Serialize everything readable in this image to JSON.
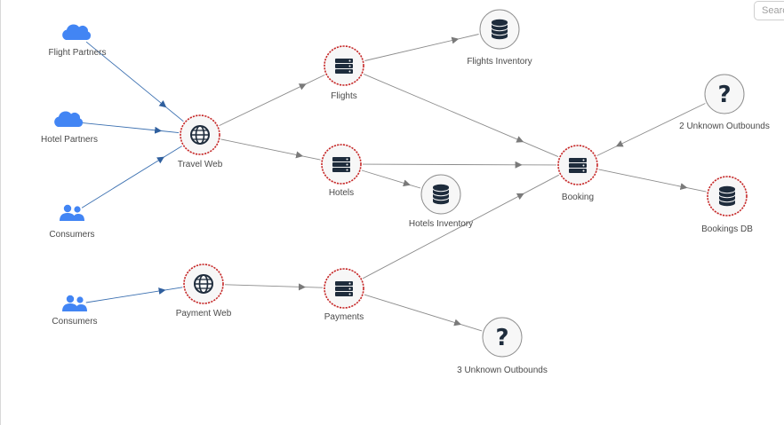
{
  "search": {
    "placeholder": "Search"
  },
  "graph": {
    "nodes": [
      {
        "id": "flight-partners",
        "label": "Flight Partners",
        "icon": "cloud-icon",
        "flagged": false
      },
      {
        "id": "hotel-partners",
        "label": "Hotel Partners",
        "icon": "cloud-icon",
        "flagged": false
      },
      {
        "id": "consumers-1",
        "label": "Consumers",
        "icon": "users-icon",
        "flagged": false
      },
      {
        "id": "consumers-2",
        "label": "Consumers",
        "icon": "users-icon",
        "flagged": false
      },
      {
        "id": "travel-web",
        "label": "Travel Web",
        "icon": "globe-icon",
        "flagged": true
      },
      {
        "id": "payment-web",
        "label": "Payment Web",
        "icon": "globe-icon",
        "flagged": true
      },
      {
        "id": "flights",
        "label": "Flights",
        "icon": "server-icon",
        "flagged": true
      },
      {
        "id": "hotels",
        "label": "Hotels",
        "icon": "server-icon",
        "flagged": true
      },
      {
        "id": "payments",
        "label": "Payments",
        "icon": "server-icon",
        "flagged": true
      },
      {
        "id": "flights-inventory",
        "label": "Flights Inventory",
        "icon": "database-icon",
        "flagged": false
      },
      {
        "id": "hotels-inventory",
        "label": "Hotels Inventory",
        "icon": "database-icon",
        "flagged": false
      },
      {
        "id": "booking",
        "label": "Booking",
        "icon": "server-icon",
        "flagged": true
      },
      {
        "id": "bookings-db",
        "label": "Bookings DB",
        "icon": "database-icon",
        "flagged": true
      },
      {
        "id": "unknown-outbounds-2",
        "label": "2 Unknown Outbounds",
        "icon": "question-icon",
        "flagged": false
      },
      {
        "id": "unknown-outbounds-3",
        "label": "3 Unknown Outbounds",
        "icon": "question-icon",
        "flagged": false
      }
    ],
    "edges": [
      {
        "from": "flight-partners",
        "to": "travel-web"
      },
      {
        "from": "hotel-partners",
        "to": "travel-web"
      },
      {
        "from": "consumers-1",
        "to": "travel-web"
      },
      {
        "from": "consumers-2",
        "to": "payment-web"
      },
      {
        "from": "travel-web",
        "to": "flights"
      },
      {
        "from": "travel-web",
        "to": "hotels"
      },
      {
        "from": "payment-web",
        "to": "payments"
      },
      {
        "from": "flights",
        "to": "flights-inventory"
      },
      {
        "from": "flights",
        "to": "booking"
      },
      {
        "from": "hotels",
        "to": "booking"
      },
      {
        "from": "hotels",
        "to": "hotels-inventory"
      },
      {
        "from": "payments",
        "to": "booking"
      },
      {
        "from": "payments",
        "to": "unknown-outbounds-3"
      },
      {
        "from": "unknown-outbounds-2",
        "to": "booking"
      },
      {
        "from": "booking",
        "to": "bookings-db"
      }
    ]
  }
}
